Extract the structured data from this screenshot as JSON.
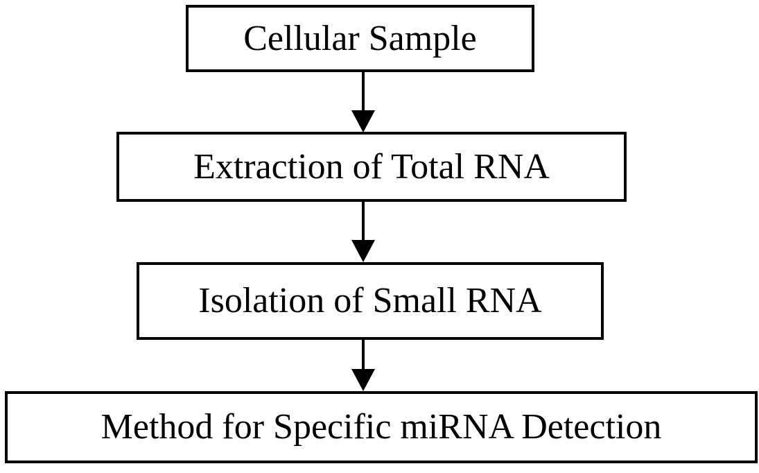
{
  "diagram": {
    "type": "flowchart",
    "background_color": "#ffffff",
    "node_fill_color": "#ffffff",
    "node_border_color": "#000000",
    "text_color": "#000000",
    "arrow_color": "#000000",
    "nodes": [
      {
        "id": "cellular-sample",
        "label": "Cellular Sample"
      },
      {
        "id": "extraction-of-total-rna",
        "label": "Extraction of Total RNA"
      },
      {
        "id": "isolation-of-small-rna",
        "label": "Isolation of Small RNA"
      },
      {
        "id": "method-for-specific-mirna-detection",
        "label": "Method for Specific miRNA Detection"
      }
    ],
    "edges": [
      {
        "from": "cellular-sample",
        "to": "extraction-of-total-rna",
        "direction": "down"
      },
      {
        "from": "extraction-of-total-rna",
        "to": "isolation-of-small-rna",
        "direction": "down"
      },
      {
        "from": "isolation-of-small-rna",
        "to": "method-for-specific-mirna-detection",
        "direction": "down"
      }
    ]
  }
}
